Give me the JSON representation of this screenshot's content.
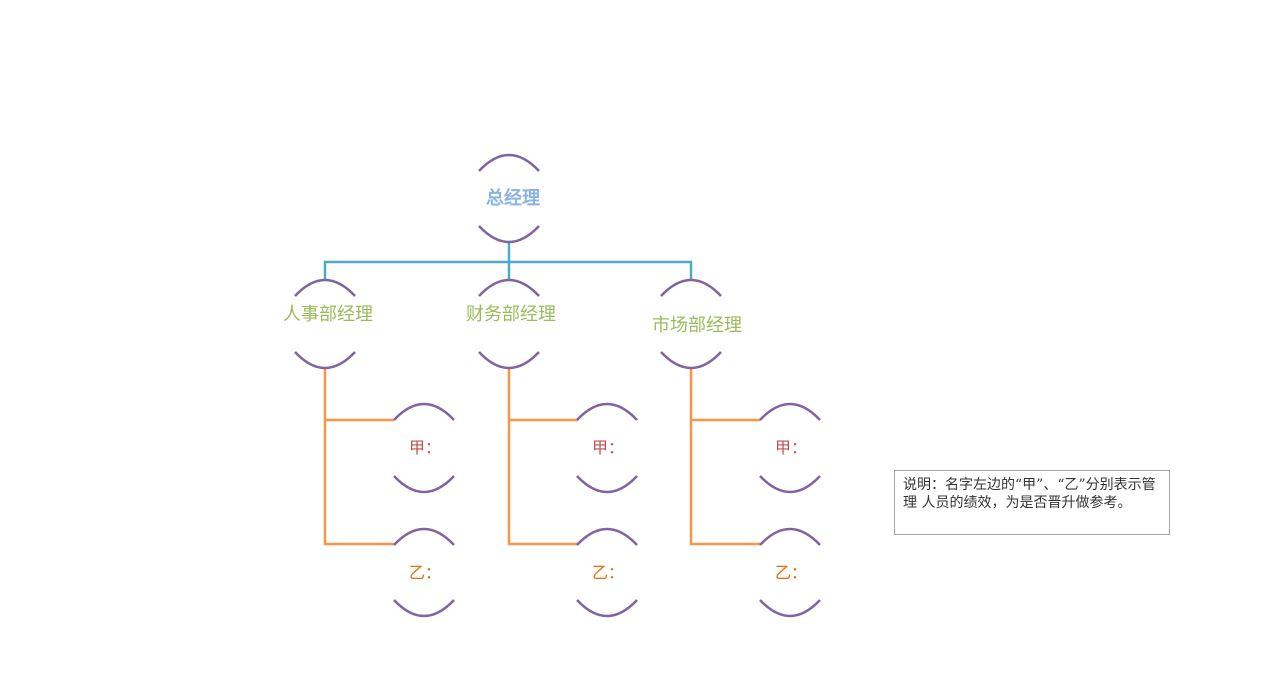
{
  "colors": {
    "node_arc": "#8064a2",
    "connector_top": "#4bacc6",
    "connector_sub": "#f79646"
  },
  "org": {
    "ceo": "总经理",
    "departments": [
      {
        "manager": "人事部经理",
        "grade_a": "甲：",
        "grade_b": "乙："
      },
      {
        "manager": "财务部经理",
        "grade_a": "甲：",
        "grade_b": "乙："
      },
      {
        "manager": "市场部经理",
        "grade_a": "甲：",
        "grade_b": "乙："
      }
    ]
  },
  "note": {
    "text": "说明：名字左边的“甲”、“乙”分别表示管理 人员的绩效，为是否晋升做参考。"
  }
}
